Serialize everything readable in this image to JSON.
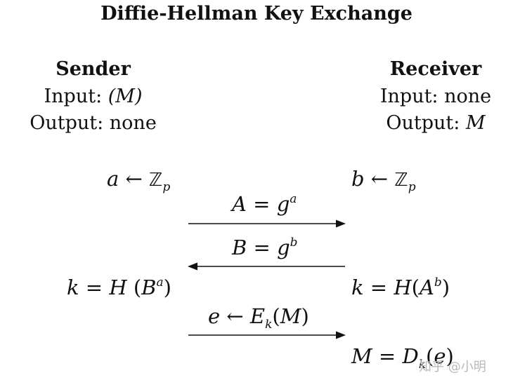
{
  "title": "Diffie-Hellman Key Exchange",
  "sender": {
    "heading": "Sender",
    "input_label": "Input: ",
    "input_value": "(M)",
    "output_label": "Output: none"
  },
  "receiver": {
    "heading": "Receiver",
    "input_label": "Input: none",
    "output_label": "Output: ",
    "output_value": "M"
  },
  "steps": {
    "sender_sample": {
      "lhs": "a",
      "arrow": " ← ",
      "set": "ℤ",
      "sub": "p"
    },
    "receiver_sample": {
      "lhs": "b",
      "arrow": " ← ",
      "set": "ℤ",
      "sub": "p"
    },
    "msg_A": {
      "lhs": "A",
      "eq": " = ",
      "base": "g",
      "exp": "a"
    },
    "msg_B": {
      "lhs": "B",
      "eq": " = ",
      "base": "g",
      "exp": "b"
    },
    "sender_key": {
      "lhs": "k",
      "eq": " = ",
      "fn": "H",
      "open": " (",
      "base": "B",
      "exp": "a",
      "close": ")"
    },
    "receiver_key": {
      "lhs": "k",
      "eq": " = ",
      "fn": "H",
      "open": "(",
      "base": "A",
      "exp": "b",
      "close": ")"
    },
    "msg_e": {
      "lhs": "e",
      "arrow": " ← ",
      "fn": "E",
      "sub": "k",
      "open": "(",
      "arg": "M",
      "close": ")"
    },
    "decrypt": {
      "lhs": "M",
      "eq": " = ",
      "fn": "D",
      "sub": "k",
      "open": "(",
      "arg": "e",
      "close": ")"
    }
  },
  "watermark": "知乎 @小明"
}
